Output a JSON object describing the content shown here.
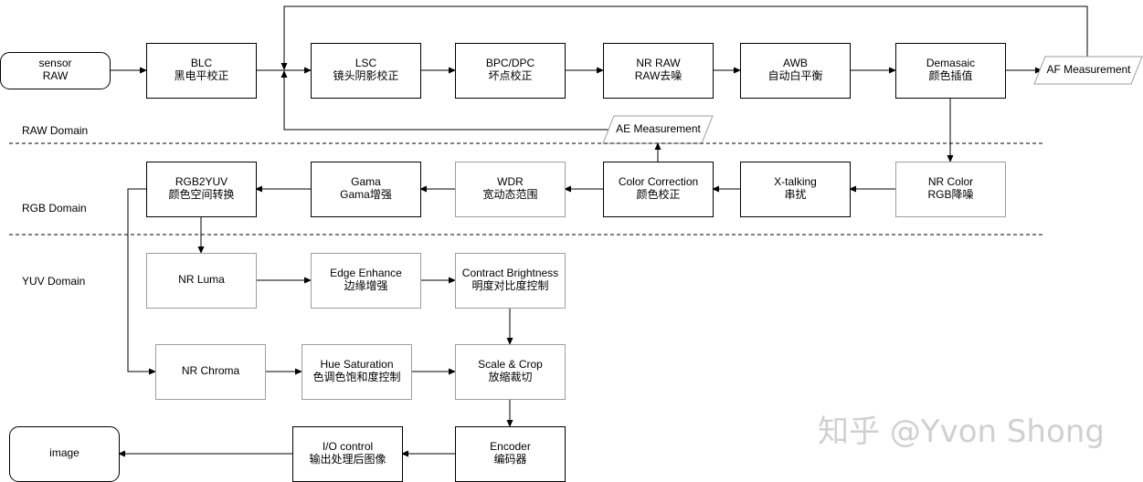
{
  "domains": {
    "raw": "RAW Domain",
    "rgb": "RGB Domain",
    "yuv": "YUV Domain"
  },
  "nodes": {
    "sensor": [
      "sensor",
      "RAW"
    ],
    "blc": [
      "BLC",
      "黑电平校正"
    ],
    "lsc": [
      "LSC",
      "镜头阴影校正"
    ],
    "bpc": [
      "BPC/DPC",
      "坏点校正"
    ],
    "nr_raw": [
      "NR RAW",
      "RAW去噪"
    ],
    "awb": [
      "AWB",
      "自动白平衡"
    ],
    "demosaic": [
      "Demasaic",
      "颜色插值"
    ],
    "af": [
      "AF Measurement"
    ],
    "ae": [
      "AE Measurement"
    ],
    "nr_color": [
      "NR Color",
      "RGB降噪"
    ],
    "xtalk": [
      "X-talking",
      "串扰"
    ],
    "cc": [
      "Color Correction",
      "颜色校正"
    ],
    "wdr": [
      "WDR",
      "宽动态范围"
    ],
    "gama": [
      "Gama",
      "Gama增强"
    ],
    "rgb2yuv": [
      "RGB2YUV",
      "颜色空间转换"
    ],
    "nr_luma": [
      "NR Luma"
    ],
    "edge": [
      "Edge Enhance",
      "边缘增强"
    ],
    "contrast": [
      "Contract Brightness",
      "明度对比度控制"
    ],
    "nr_chroma": [
      "NR Chroma"
    ],
    "hue": [
      "Hue Saturation",
      "色调色饱和度控制"
    ],
    "scale": [
      "Scale & Crop",
      "放缩裁切"
    ],
    "encoder": [
      "Encoder",
      "编码器"
    ],
    "io": [
      "I/O control",
      "输出处理后图像"
    ],
    "image": [
      "image"
    ]
  },
  "watermark": "知乎 @Yvon Shong",
  "colors": {
    "box_dark": "#000000",
    "box_light": "#9e9e9e",
    "line": "#000000",
    "watermark": "#d0d0d0"
  }
}
